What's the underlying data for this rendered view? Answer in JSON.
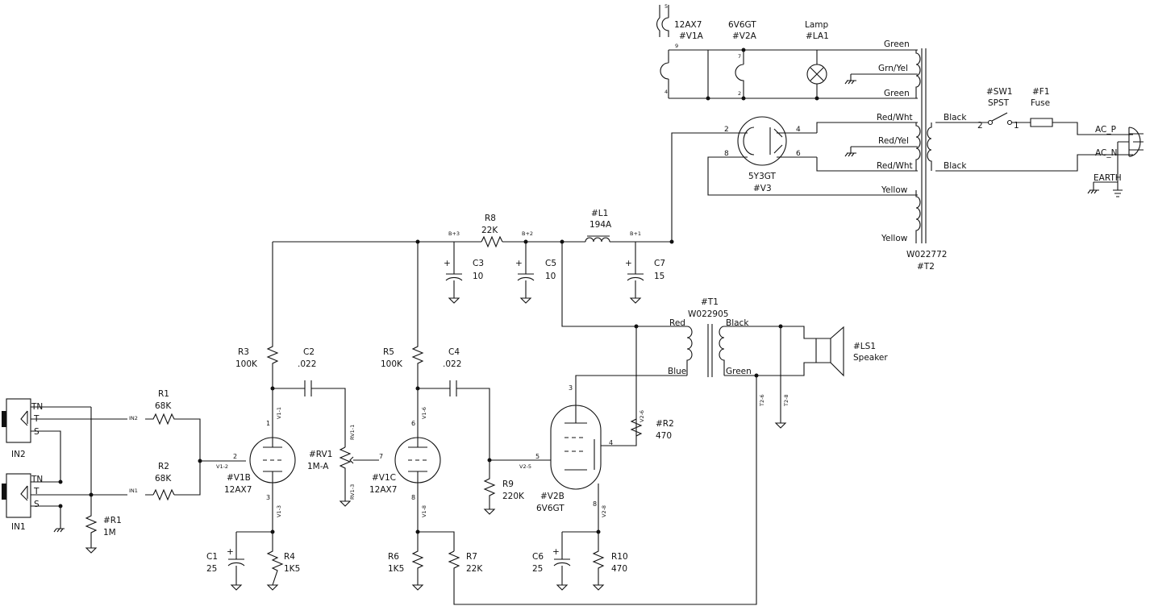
{
  "title": "",
  "components": {
    "v1a": {
      "type": "12AX7",
      "ref": "#V1A",
      "pin9": "9",
      "pin5": "5",
      "pin4": "4"
    },
    "v2a": {
      "type": "6V6GT",
      "ref": "#V2A",
      "pin7": "7",
      "pin2": "2"
    },
    "la1": {
      "type": "Lamp",
      "ref": "#LA1"
    },
    "sw1": {
      "ref": "#SW1",
      "type": "SPST",
      "pin2": "2",
      "pin1": "1"
    },
    "f1": {
      "ref": "#F1",
      "type": "Fuse"
    },
    "v3": {
      "type": "5Y3GT",
      "ref": "#V3",
      "pin2": "2",
      "pin4": "4",
      "pin8": "8",
      "pin6": "6"
    },
    "t2": {
      "part": "W022772",
      "ref": "#T2"
    },
    "t1": {
      "ref": "#T1",
      "part": "W022905"
    },
    "ls1": {
      "ref": "#LS1",
      "type": "Speaker"
    },
    "l1": {
      "ref": "#L1",
      "value": "194A"
    },
    "r8": {
      "ref": "R8",
      "value": "22K"
    },
    "c3": {
      "ref": "C3",
      "value": "10"
    },
    "c5": {
      "ref": "C5",
      "value": "10"
    },
    "c7": {
      "ref": "C7",
      "value": "15"
    },
    "r3": {
      "ref": "R3",
      "value": "100K"
    },
    "c2": {
      "ref": "C2",
      "value": ".022"
    },
    "r5": {
      "ref": "R5",
      "value": "100K"
    },
    "c4": {
      "ref": "C4",
      "value": ".022"
    },
    "r1": {
      "ref": "R1",
      "value": "68K"
    },
    "r2": {
      "ref": "R2",
      "value": "68K"
    },
    "rr1": {
      "ref": "#R1",
      "value": "1M"
    },
    "rv1": {
      "ref": "#RV1",
      "value": "1M-A"
    },
    "v1b": {
      "ref": "#V1B",
      "type": "12AX7",
      "pin1": "1",
      "pin2": "2",
      "pin3": "3"
    },
    "v1c": {
      "ref": "#V1C",
      "type": "12AX7",
      "pin6": "6",
      "pin7": "7",
      "pin8": "8"
    },
    "v2b": {
      "ref": "#V2B",
      "type": "6V6GT",
      "pin3": "3",
      "pin4": "4",
      "pin5": "5",
      "pin8": "8"
    },
    "r9": {
      "ref": "R9",
      "value": "220K"
    },
    "rr2": {
      "ref": "#R2",
      "value": "470"
    },
    "c1": {
      "ref": "C1",
      "value": "25"
    },
    "r4": {
      "ref": "R4",
      "value": "1K5"
    },
    "r6": {
      "ref": "R6",
      "value": "1K5"
    },
    "r7": {
      "ref": "R7",
      "value": "22K"
    },
    "c6": {
      "ref": "C6",
      "value": "25"
    },
    "r10": {
      "ref": "R10",
      "value": "470"
    }
  },
  "jacks": {
    "in2": {
      "label": "IN2",
      "tn": "TN",
      "t": "T",
      "s": "S"
    },
    "in1": {
      "label": "IN1",
      "tn": "TN",
      "t": "T",
      "s": "S"
    }
  },
  "wire_labels": {
    "green_top": "Green",
    "grn_yel": "Grn/Yel",
    "green_bot": "Green",
    "red_wht_top": "Red/Wht",
    "red_yel": "Red/Yel",
    "red_wht_bot": "Red/Wht",
    "yellow_top": "Yellow",
    "yellow_bot": "Yellow",
    "black_top": "Black",
    "black_bot": "Black",
    "t1_red": "Red",
    "t1_blue": "Blue",
    "t1_black": "Black",
    "t1_green": "Green"
  },
  "net_labels": {
    "ac_p": "AC_P",
    "ac_n": "AC_N",
    "earth": "EARTH",
    "bp3": "B+3",
    "bp2": "B+2",
    "bp1": "B+1",
    "in2": "IN2",
    "in1": "IN1",
    "plus": "+",
    "v1_1": "V1-1",
    "v1_2": "V1-2",
    "v1_3": "V1-3",
    "v1_6": "V1-6",
    "v1_8": "V1-8",
    "rv1_1": "RV1-1",
    "rv1_3": "RV1-3",
    "v2_5": "V2-5",
    "v2_6": "V2-6",
    "v2_8": "V2-8",
    "t2_6": "T2-6",
    "t2_8": "T2-8"
  }
}
